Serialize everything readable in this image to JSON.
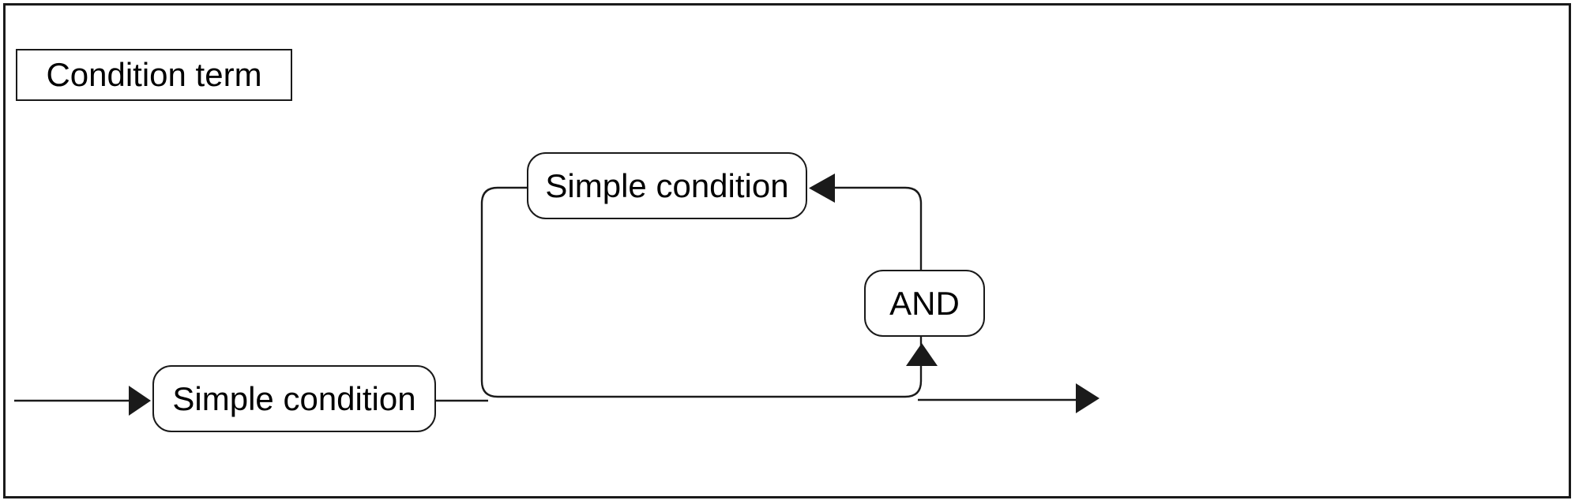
{
  "colors": {
    "background": "#ffffff",
    "line": "#1a1a1a",
    "text": "#000000"
  },
  "diagram": {
    "title": "Condition term",
    "nodes": [
      {
        "id": "simple-condition-main",
        "label": "Simple condition"
      },
      {
        "id": "simple-condition-repeat",
        "label": "Simple condition"
      },
      {
        "id": "and-operator",
        "label": "AND"
      }
    ],
    "flow": {
      "entry_arrow": "flow enters from left",
      "exit_arrow": "flow exits to right",
      "loop_arrow_left": "repeat path runs right-to-left through Simple condition",
      "loop_arrow_up": "repeat path rises into AND"
    }
  }
}
